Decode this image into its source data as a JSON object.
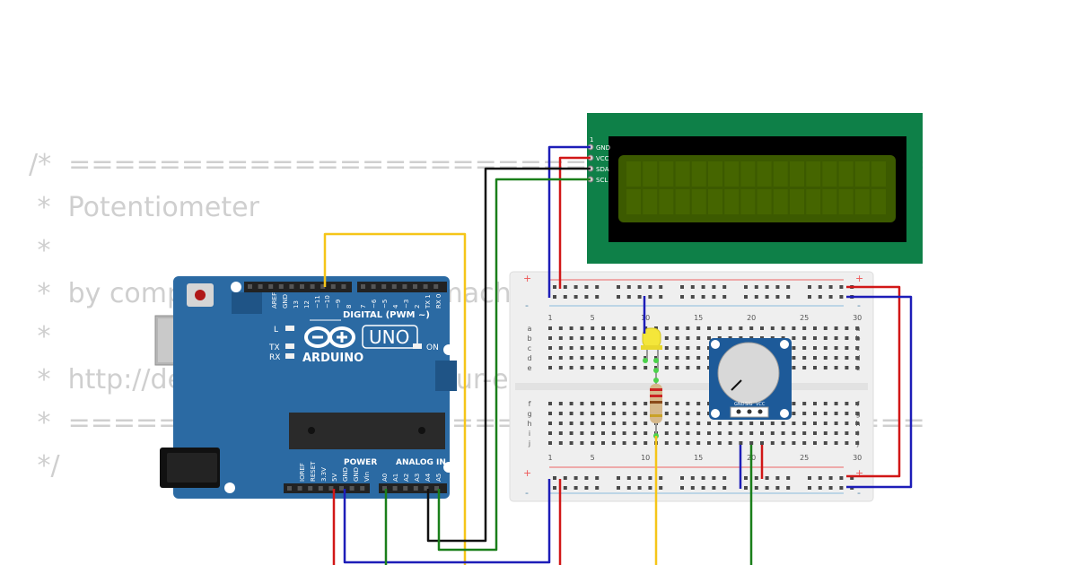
{
  "code_comment": {
    "lines": [
      "/*  ======================================",
      " *  Potentiometer",
      " *",
      " *  by computer-architektur-gemacht-einfach.de",
      " *",
      " *  http://dev.computerarchitektur-einfach.de",
      " *  ======================================",
      " */"
    ]
  },
  "arduino": {
    "logo_text": "ARDUINO",
    "model": "UNO",
    "digital_header": "DIGITAL (PWM ~)",
    "power_header": "POWER",
    "analog_header": "ANALOG IN",
    "led_l": "L",
    "led_tx": "TX",
    "led_rx": "RX",
    "led_on": "ON",
    "top_pins": [
      "AREF",
      "GND",
      "13",
      "12",
      "~11",
      "~10",
      "~9",
      "8",
      "7",
      "~6",
      "~5",
      "4",
      "~3",
      "2",
      "TX 1",
      "RX 0"
    ],
    "bottom_pins": [
      "IOREF",
      "RESET",
      "3.3V",
      "5V",
      "GND",
      "GND",
      "Vin",
      "A0",
      "A1",
      "A2",
      "A3",
      "A4",
      "A5"
    ]
  },
  "lcd": {
    "pin_number": "1",
    "pins": [
      "GND",
      "VCC",
      "SDA",
      "SCL"
    ]
  },
  "breadboard": {
    "column_numbers": [
      "1",
      "5",
      "10",
      "15",
      "20",
      "25",
      "30"
    ],
    "rows_top": [
      "a",
      "b",
      "c",
      "d",
      "e"
    ],
    "rows_bottom": [
      "f",
      "g",
      "h",
      "i",
      "j"
    ],
    "plus_sign": "+",
    "minus_sign": "-"
  },
  "potentiometer": {
    "pins": [
      "GND",
      "SIG",
      "VCC"
    ]
  },
  "colors": {
    "arduino_board": "#2b6aa3",
    "lcd_board": "#0e8048",
    "lcd_screen": "#3c5a00",
    "breadboard": "#efefef",
    "wire_red": "#d11717",
    "wire_blue": "#1d1db8",
    "wire_black": "#111111",
    "wire_green": "#1a7f1a",
    "wire_yellow": "#f5c518",
    "comment_text": "#cfcfcf"
  }
}
